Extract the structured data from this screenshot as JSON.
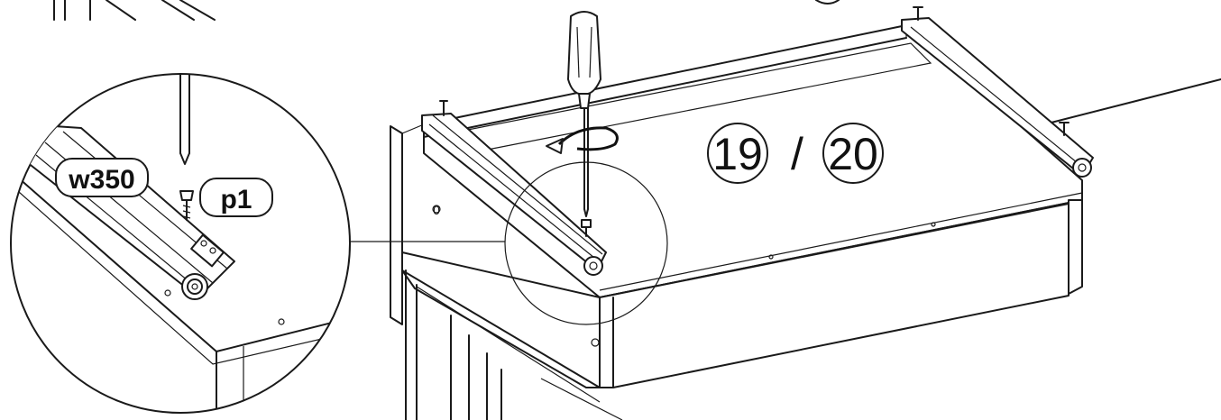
{
  "diagram": {
    "step_label": {
      "left": "19",
      "separator": "/",
      "right": "20"
    },
    "callouts": {
      "rail_part": "w350",
      "screw_part": "p1"
    },
    "panel_mark": "0"
  }
}
